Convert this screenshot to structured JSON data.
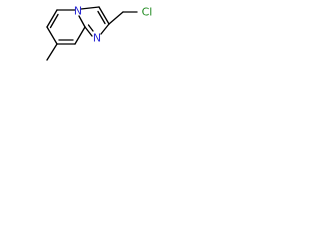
{
  "molecule": {
    "atoms": {
      "n_bridgehead": "N",
      "n_imidazole": "N",
      "chlorine": "Cl"
    },
    "colors": {
      "bond": "#000000",
      "nitrogen": "#2a2ad6",
      "chlorine": "#1f8a1f",
      "background": "#ffffff"
    }
  }
}
